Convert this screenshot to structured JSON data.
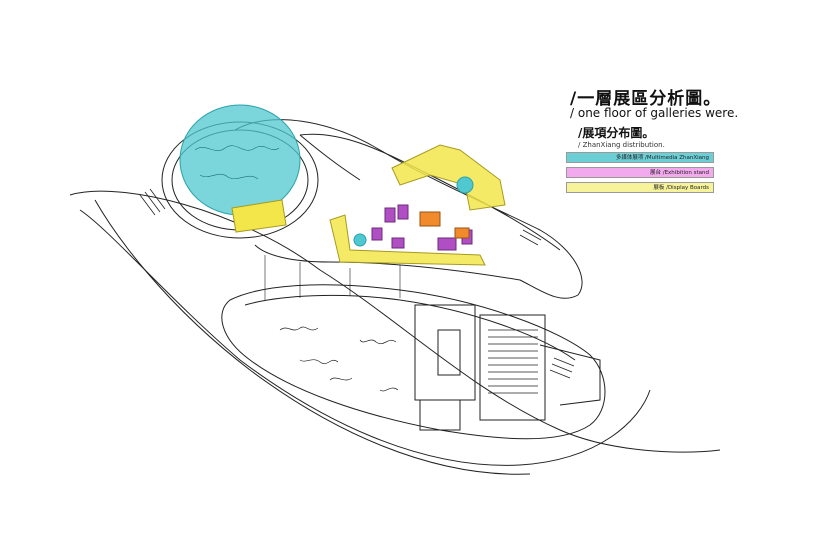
{
  "title": {
    "cn": "/一層展區分析圖。",
    "en": "/ one floor of galleries were.",
    "sub_cn": "/展項分布圖。",
    "sub_en": "/ ZhanXiang distribution."
  },
  "legend": [
    {
      "label": "多媒体展项 /Multimedia ZhanXiang",
      "color": "#6ccfd6"
    },
    {
      "label": "展台 /Exhibition stand",
      "color": "#f2a9ee"
    },
    {
      "label": "展板 /Display Boards",
      "color": "#f6f39a"
    }
  ],
  "colors": {
    "multimedia": "#4fc8cf",
    "stand": "#b04fc4",
    "stand_orange": "#f08a2a",
    "boards": "#f3e64a",
    "line": "#222222"
  }
}
